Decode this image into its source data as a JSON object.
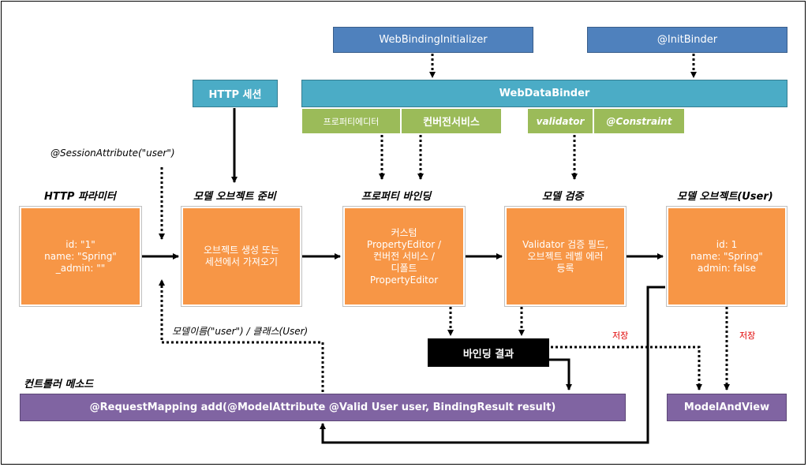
{
  "top": {
    "web_binding_initializer": "WebBindingInitializer",
    "init_binder": "@InitBinder",
    "web_data_binder": "WebDataBinder",
    "property_editor": "프로퍼티에디터",
    "conversion_service": "컨버전서비스",
    "validator": "validator",
    "constraint": "@Constraint",
    "http_session": "HTTP 세션"
  },
  "notes": {
    "session_attribute": "@SessionAttribute(\"user\")",
    "model_name_class": "모델이름(\"user\") / 클래스(User)",
    "save_1": "저장",
    "save_2": "저장"
  },
  "stages": [
    {
      "title": "HTTP 파라미터",
      "body": "id: \"1\"\nname: \"Spring\"\n_admin: \"\""
    },
    {
      "title": "모델 오브젝트 준비",
      "body": "오브젝트 생성 또는\n세션에서 가져오기"
    },
    {
      "title": "프로퍼티 바인딩",
      "body": "커스텀\nPropertyEditor /\n컨버전 서비스 /\n디폴트\nPropertyEditor"
    },
    {
      "title": "모델 검증",
      "body": "Validator 검증 필드,\n오브젝트 레벨 에러\n등록"
    },
    {
      "title": "모델 오브젝트(User)",
      "body": "id: 1\nname: \"Spring\"\nadmin: false"
    }
  ],
  "binding_result": "바인딩 결과",
  "controller": {
    "label": "컨트롤러 메소드",
    "method": "@RequestMapping add(@ModelAttribute @Valid User user, BindingResult result)"
  },
  "model_and_view": "ModelAndView"
}
